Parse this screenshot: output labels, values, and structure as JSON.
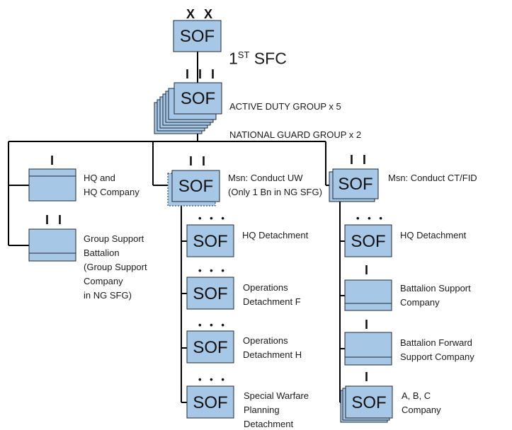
{
  "top": {
    "echelon": "X X",
    "box_text": "SOF",
    "label_num": "1",
    "label_sup": "ST",
    "label_rest": " SFC"
  },
  "group": {
    "echelon": "I I I",
    "box_text": "SOF",
    "label_line1": "ACTIVE DUTY GROUP x 5",
    "label_line2": "NATIONAL GUARD GROUP x 2"
  },
  "hq_company": {
    "echelon": "I",
    "label": "HQ and\nHQ Company"
  },
  "group_support_battalion": {
    "echelon": "I I",
    "label": "Group Support\nBattalion\n(Group Support\nCompany\nin NG SFG)"
  },
  "uw_battalion": {
    "echelon": "I I",
    "box_text": "SOF",
    "label": "Msn: Conduct UW\n(Only 1 Bn in NG SFG)",
    "children": [
      {
        "echelon": "• • •",
        "box_text": "SOF",
        "label": "HQ Detachment"
      },
      {
        "echelon": "• • •",
        "box_text": "SOF",
        "label": "Operations\nDetachment F"
      },
      {
        "echelon": "• • •",
        "box_text": "SOF",
        "label": "Operations\nDetachment H"
      },
      {
        "echelon": "• • •",
        "box_text": "SOF",
        "label": "Special Warfare\nPlanning\nDetachment"
      }
    ]
  },
  "ct_battalion": {
    "echelon": "I I",
    "box_text": "SOF",
    "label": "Msn: Conduct CT/FID",
    "children": [
      {
        "echelon": "• • •",
        "box_text": "SOF",
        "label": "HQ Detachment"
      },
      {
        "echelon": "I",
        "box_text": "",
        "label": "Battalion Support\nCompany"
      },
      {
        "echelon": "I",
        "box_text": "",
        "label": "Battalion Forward\nSupport Company"
      },
      {
        "echelon": "I",
        "box_text": "SOF",
        "label": "A, B, C\nCompany"
      }
    ]
  },
  "colors": {
    "box_fill": "#a7c7e6",
    "box_stroke": "#1f2a36",
    "line": "#000000"
  }
}
